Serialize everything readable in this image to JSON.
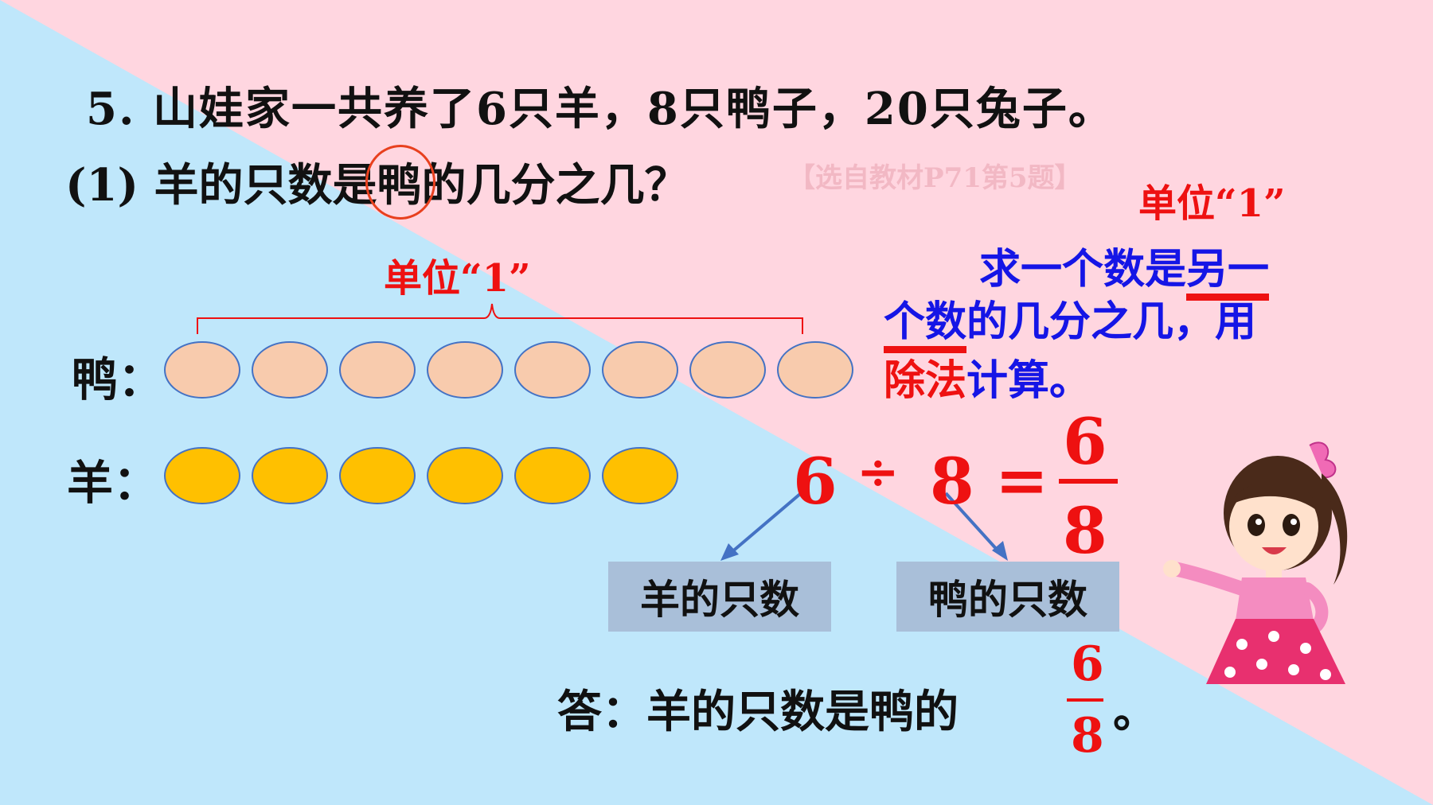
{
  "colors": {
    "pink_bg": "#ffd6e0",
    "blue_bg": "#bfe7fb",
    "duck_fill": "#f8cbad",
    "sheep_fill": "#ffc000",
    "oval_stroke": "#4472c4",
    "accent_red": "#ee1111",
    "accent_blue": "#1515e6",
    "label_box": "#a9bfd9"
  },
  "problem": {
    "title": "5. 山娃家一共养了6只羊，8只鸭子，20只兔子。",
    "question_before": "(1) 羊的只数是",
    "question_circled": "鸭",
    "question_after": "的几分之几？",
    "source": "【选自教材P71第5题】"
  },
  "unit_top_right": "单位“1”",
  "diagram": {
    "unit_label": "单位“1”",
    "duck_label": "鸭：",
    "sheep_label": "羊：",
    "duck_count": 8,
    "sheep_count": 6
  },
  "explanation": {
    "line1_a": "求一个数是",
    "line1_b": "另一",
    "line2_a": "个数",
    "line2_b": "的几分之几，用",
    "line3_a": "除法",
    "line3_b": "计算。"
  },
  "equation": {
    "dividend": "6",
    "divide_sign": "÷",
    "divisor": "8",
    "equals": "=",
    "numerator": "6",
    "denominator": "8"
  },
  "labels": {
    "sheep_count": "羊的只数",
    "duck_count": "鸭的只数"
  },
  "answer": {
    "prefix": "答：羊的只数是鸭的",
    "numerator": "6",
    "denominator": "8",
    "suffix": "。"
  }
}
